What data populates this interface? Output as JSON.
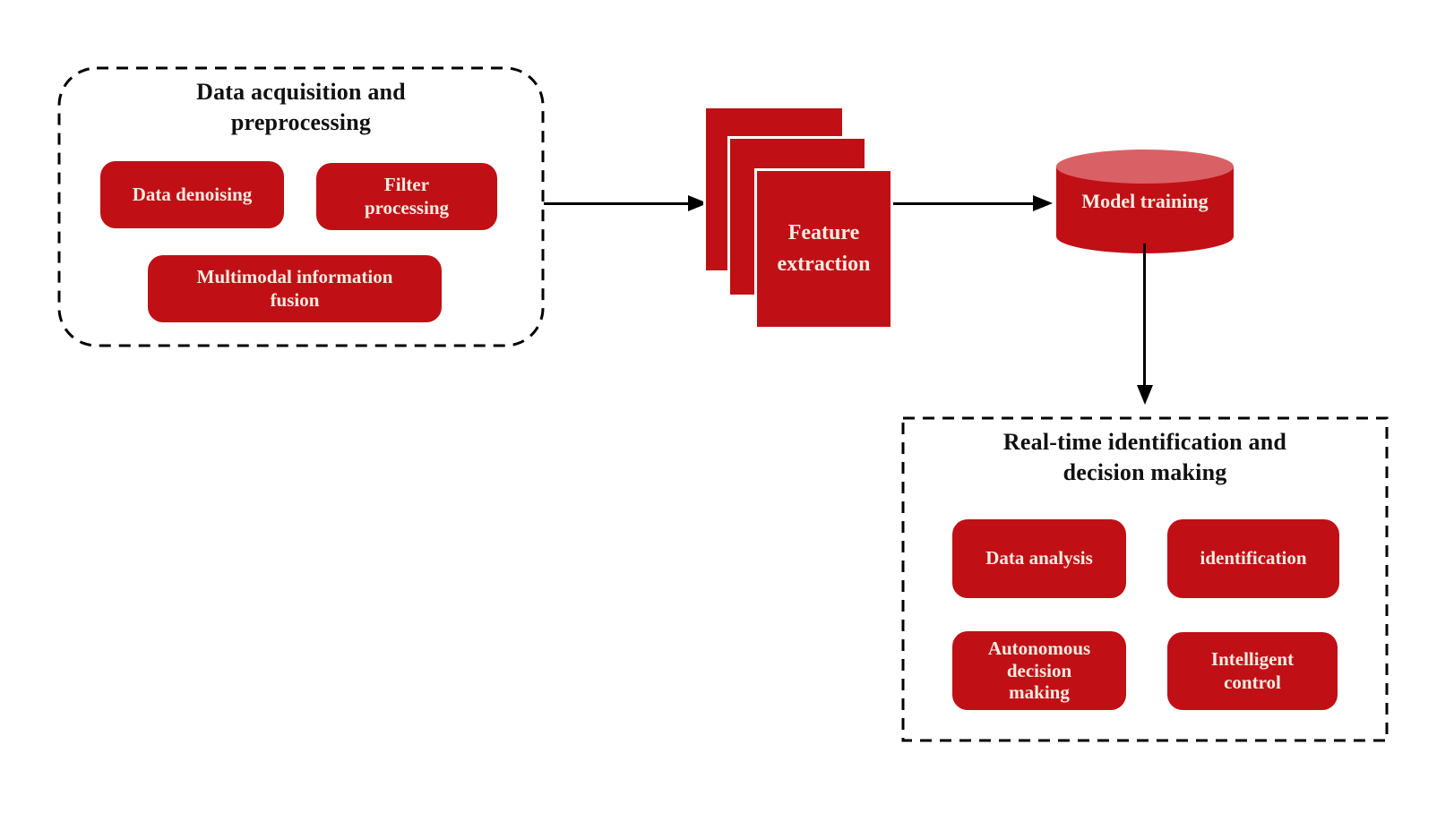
{
  "palette": {
    "red": "#C01016",
    "cylinder_top": "#D96165",
    "line": "#000000",
    "label_text": "#F2ECE1",
    "title_text": "#111111"
  },
  "acquisition_group": {
    "title": [
      "Data acquisition and",
      "preprocessing"
    ],
    "items": [
      {
        "label": [
          "Data denoising"
        ]
      },
      {
        "label": [
          "Filter",
          "processing"
        ]
      },
      {
        "label": [
          "Multimodal information",
          "fusion"
        ]
      }
    ]
  },
  "feature_extraction": {
    "label": [
      "Feature",
      "extraction"
    ]
  },
  "model_training": {
    "label": "Model training"
  },
  "decision_group": {
    "title": [
      "Real-time identification and",
      "decision making"
    ],
    "items": [
      {
        "label": [
          "Data analysis"
        ]
      },
      {
        "label": [
          "identification"
        ]
      },
      {
        "label": [
          "Autonomous",
          "decision",
          "making"
        ]
      },
      {
        "label": [
          "Intelligent",
          "control"
        ]
      }
    ]
  }
}
